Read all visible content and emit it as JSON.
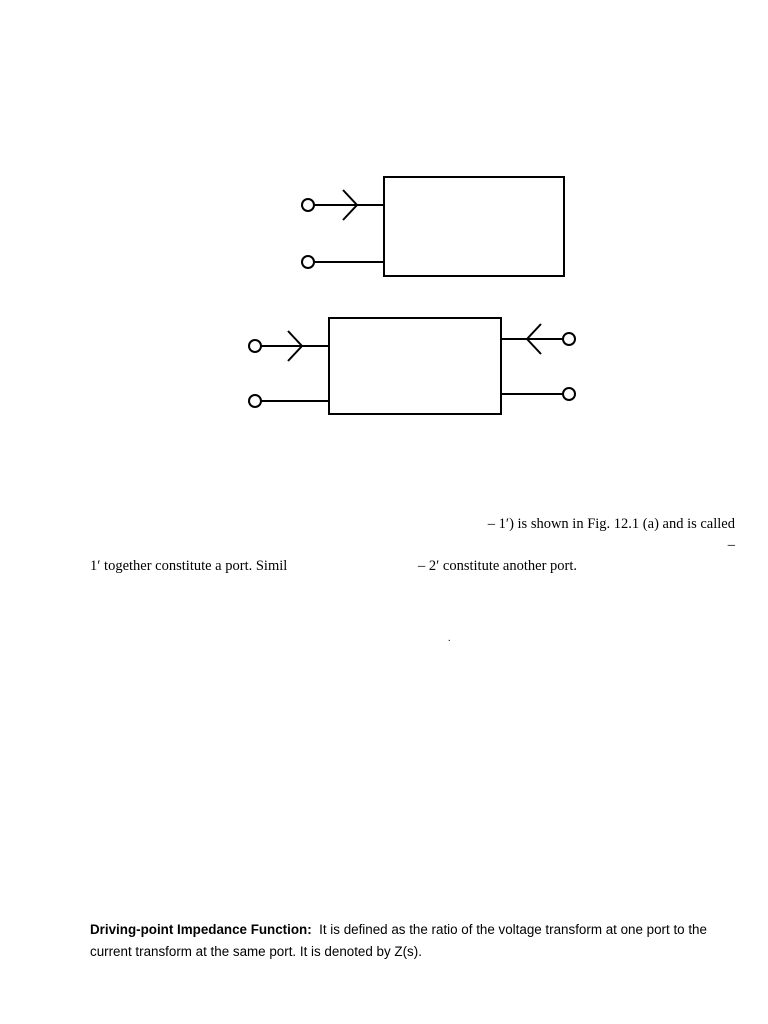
{
  "document": {
    "fragments": {
      "line1_right": "– 1′) is shown in Fig. 12.1 (a) and is called",
      "line2_right": "–",
      "line3_left": "1′ together constitute a port. Simil",
      "line3_right": "– 2′ constitute another port.",
      "dot": "."
    },
    "definition": {
      "term": "Driving-point Impedance Function:",
      "text": "It is defined as the ratio of the voltage transform at one port to the current transform at the same port. It is denoted by Z(s)."
    }
  }
}
